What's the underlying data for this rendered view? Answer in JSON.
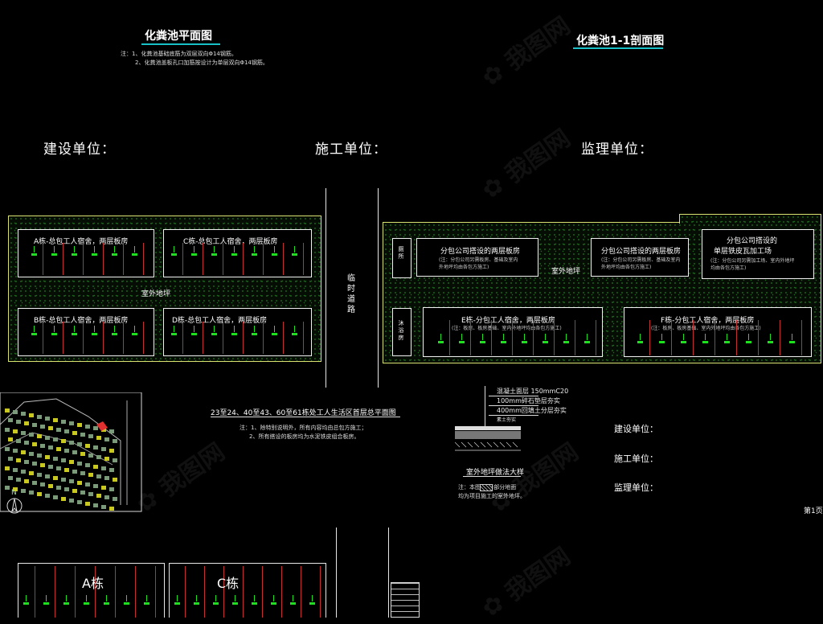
{
  "top": {
    "plan_title": "化粪池平面图",
    "section_title": "化粪池1-1剖面图",
    "plan_notes": [
      "注：1、化粪池基础底筋为双层双向Φ14钢筋。",
      "2、化粪池盖板孔口加筋按设计为单层双向Φ14钢筋。"
    ]
  },
  "sign_row": {
    "build": "建设单位：",
    "construct": "施工单位：",
    "supervise": "监理单位："
  },
  "left_site": {
    "buildings": [
      {
        "label": "A栋-总包工人宿舍，两层板房"
      },
      {
        "label": "C栋-总包工人宿舍，两层板房"
      },
      {
        "label": "B栋-总包工人宿舍，两层板房"
      },
      {
        "label": "D栋-总包工人宿舍，两层板房"
      }
    ],
    "yard": "室外地坪"
  },
  "road": {
    "chars": [
      "临",
      "时",
      "道",
      "路"
    ]
  },
  "right_site": {
    "top_buildings": [
      {
        "label": "分包公司搭设的两层板房",
        "note1": "(注：分包公司另需板房、基础及室内",
        "note2": "外地坪均由各包方施工)"
      },
      {
        "label": "分包公司搭设的两层板房",
        "note1": "(注：分包公司另需板房、基础及室内",
        "note2": "外地坪均由各包方施工)"
      },
      {
        "label": "分包公司搭设的",
        "label2": "单层铁皮瓦加工场",
        "note1": "(注：分包公司另需加工场、室内外地坪",
        "note2": "均由各包方施工)"
      }
    ],
    "yard": "室外地坪",
    "toilet": "厕所",
    "bath": "沐浴房",
    "bottom_buildings": [
      {
        "label": "E栋-分包工人宿舍，两层板房",
        "note": "(注：板房、板房基础、室内外地坪均由各包方施工)"
      },
      {
        "label": "F栋-分包工人宿舍，两层板房",
        "note": "(注：板房、板房基础、室内外地坪均由各包方施工)"
      }
    ]
  },
  "plan_caption": {
    "title": "23至24、40至43、60至61栋处工人生活区首层总平面图",
    "notes": [
      "注：1、除特别说明外，所有内容均由总包方施工；",
      "2、所有搭设的板房均为水泥铁皮组合板房。"
    ]
  },
  "compass": "N",
  "section_detail": {
    "layers": [
      "混凝土面层 150mmC20",
      "100mm碎石垫层夯实",
      "400mm回填土分层夯实",
      "素土夯实"
    ],
    "title": "室外地坪做法大样",
    "notes": [
      "注：本图   阴影部分地面",
      "均为项目施工的室外地坪。"
    ]
  },
  "sign_block": {
    "build": "建设单位：",
    "construct": "施工单位：",
    "supervise": "监理单位："
  },
  "page_no": "第1页",
  "bottom": {
    "a": "A栋",
    "c": "C栋"
  },
  "colors": {
    "bg": "#000000",
    "border": "#d8e070",
    "marker": "#1ee01e",
    "accent": "#18c0c8",
    "red": "#c23030"
  }
}
